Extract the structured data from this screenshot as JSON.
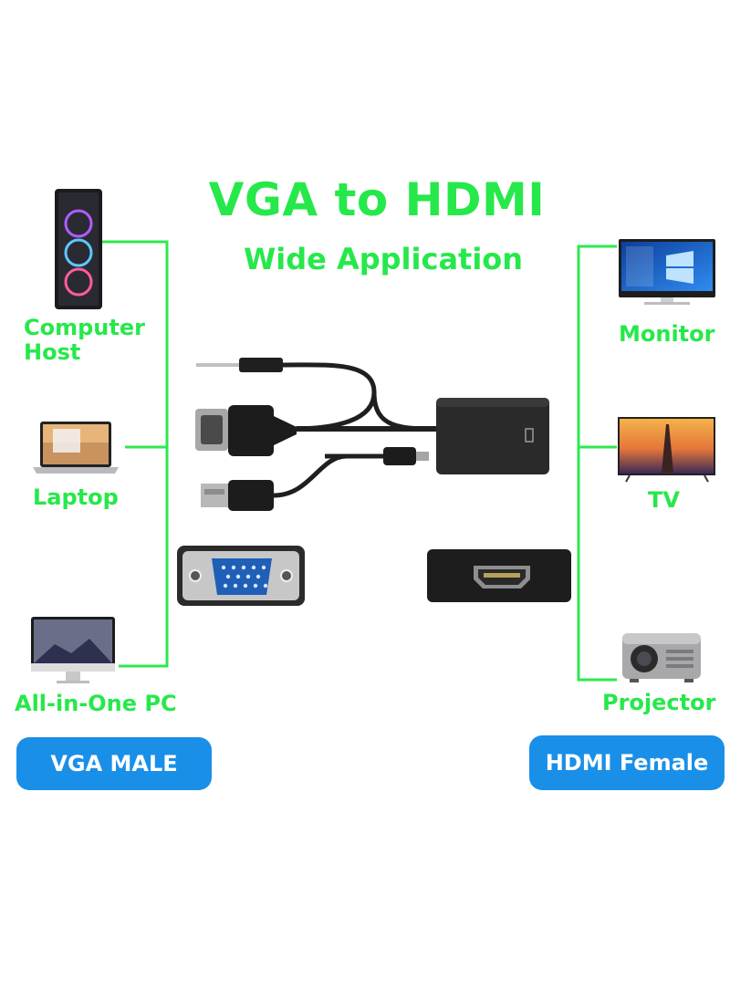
{
  "title": "VGA to HDMI",
  "subtitle": "Wide Application",
  "left_devices": [
    {
      "name": "Computer\nHost"
    },
    {
      "name": "Laptop"
    },
    {
      "name": "All-in-One PC"
    }
  ],
  "right_devices": [
    {
      "name": "Monitor"
    },
    {
      "name": "TV"
    },
    {
      "name": "Projector"
    }
  ],
  "badges": {
    "left": "VGA MALE",
    "right": "HDMI Female"
  },
  "colors": {
    "accent_green": "#26e84a",
    "badge_blue": "#1a8fe8",
    "adapter_body": "#2a2a2a"
  }
}
